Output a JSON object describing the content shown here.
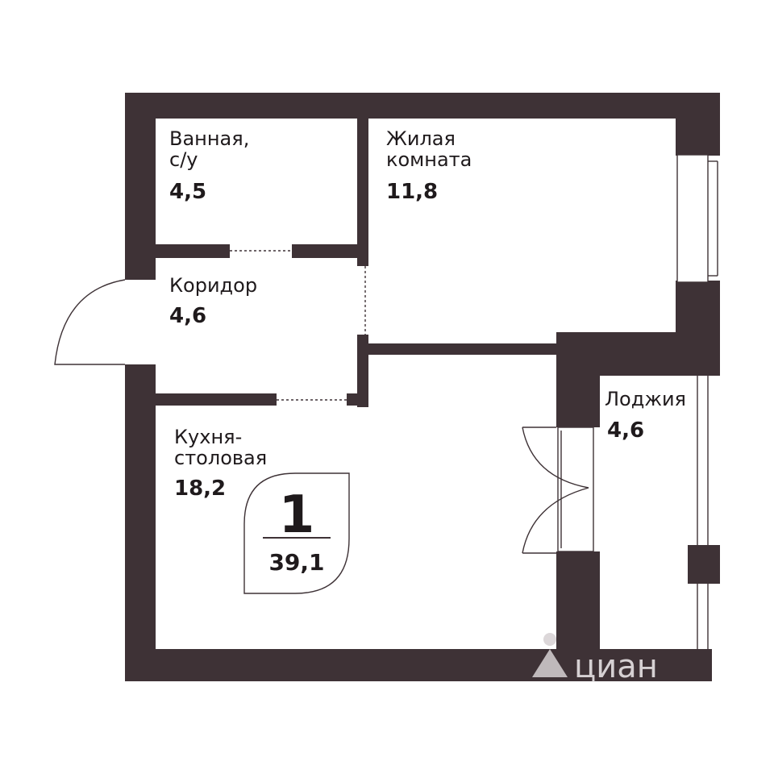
{
  "rooms": [
    {
      "id": "bathroom",
      "label_line1": "Ванная,",
      "label_line2": "с/у",
      "area": "4,5"
    },
    {
      "id": "living",
      "label_line1": "Жилая",
      "label_line2": "комната",
      "area": "11,8"
    },
    {
      "id": "corridor",
      "label_line1": "Коридор",
      "label_line2": "",
      "area": "4,6"
    },
    {
      "id": "kitchen",
      "label_line1": "Кухня-",
      "label_line2": "столовая",
      "area": "18,2"
    },
    {
      "id": "loggia",
      "label_line1": "Лоджия",
      "label_line2": "",
      "area": "4,6"
    }
  ],
  "badge": {
    "rooms": "1",
    "total_area": "39,1"
  },
  "watermark": {
    "text": "циан",
    "icon": "cian-logo-icon"
  },
  "colors": {
    "wall": "#3e3236",
    "text": "#1f1a1c",
    "watermark": "#d6d1d3"
  }
}
